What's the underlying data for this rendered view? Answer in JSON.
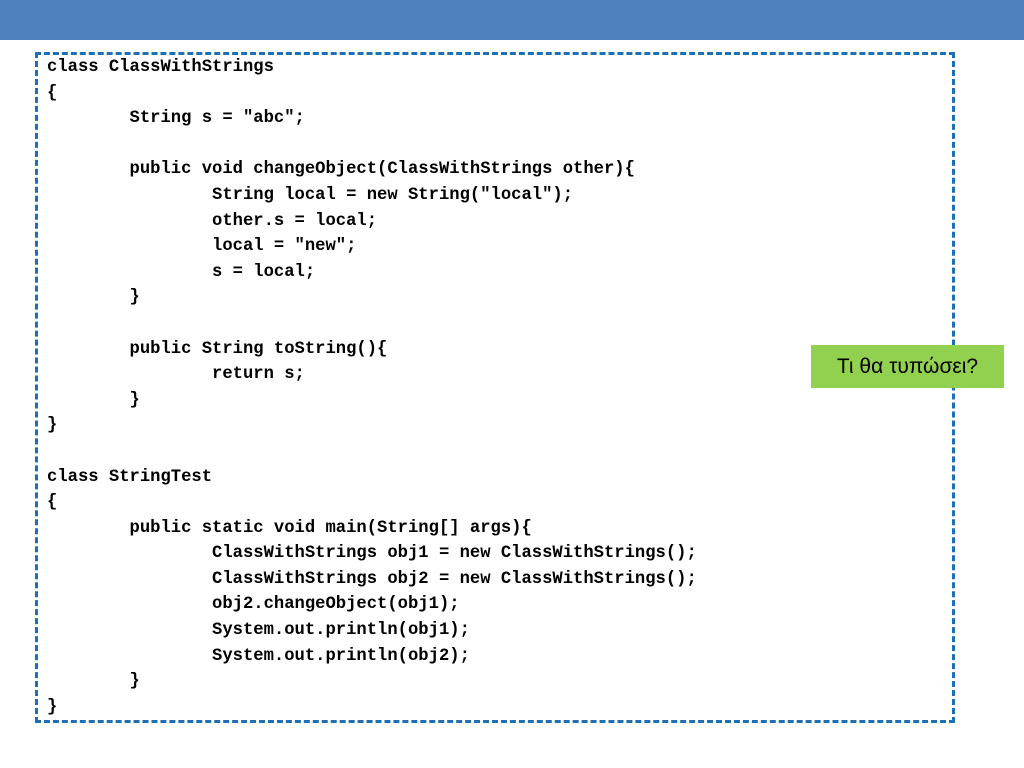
{
  "slide": {
    "colors": {
      "header_bar": "#4f81bd",
      "frame_border": "#1f6fb5",
      "callout_background": "#92d050"
    },
    "code_lines": [
      "class ClassWithStrings",
      "{",
      "        String s = \"abc\";",
      "",
      "        public void changeObject(ClassWithStrings other){",
      "                String local = new String(\"local\");",
      "                other.s = local;",
      "                local = \"new\";",
      "                s = local;",
      "        }",
      "",
      "        public String toString(){",
      "                return s;",
      "        }",
      "}",
      "",
      "class StringTest",
      "{",
      "        public static void main(String[] args){",
      "                ClassWithStrings obj1 = new ClassWithStrings();",
      "                ClassWithStrings obj2 = new ClassWithStrings();",
      "                obj2.changeObject(obj1);",
      "                System.out.println(obj1);",
      "                System.out.println(obj2);",
      "        }",
      "}"
    ],
    "callout_text": "Τι θα τυπώσει?"
  }
}
